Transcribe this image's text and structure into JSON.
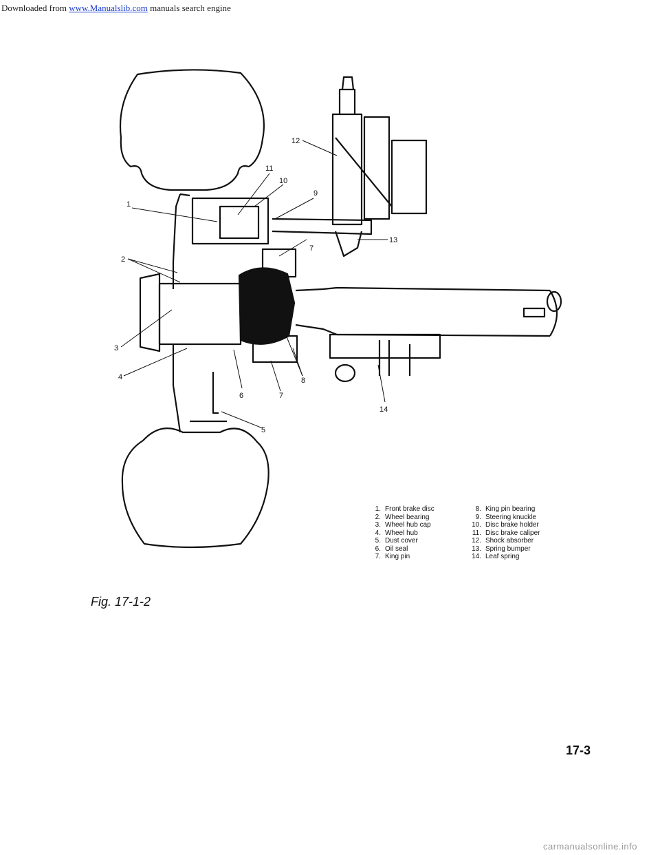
{
  "header": {
    "prefix": "Downloaded from",
    "link_text": "www.Manualslib.com",
    "suffix": "manuals search engine"
  },
  "callouts": [
    "1",
    "2",
    "3",
    "4",
    "5",
    "6",
    "7",
    "7",
    "8",
    "9",
    "10",
    "11",
    "12",
    "13",
    "14"
  ],
  "legend_left": [
    {
      "num": "1.",
      "text": "Front brake disc"
    },
    {
      "num": "2.",
      "text": "Wheel bearing"
    },
    {
      "num": "3.",
      "text": "Wheel hub cap"
    },
    {
      "num": "4.",
      "text": "Wheel hub"
    },
    {
      "num": "5.",
      "text": "Dust cover"
    },
    {
      "num": "6.",
      "text": "Oil seal"
    },
    {
      "num": "7.",
      "text": "King pin"
    }
  ],
  "legend_right": [
    {
      "num": "8.",
      "text": "King pin bearing"
    },
    {
      "num": "9.",
      "text": "Steering knuckle"
    },
    {
      "num": "10.",
      "text": "Disc brake holder"
    },
    {
      "num": "11.",
      "text": "Disc brake caliper"
    },
    {
      "num": "12.",
      "text": "Shock absorber"
    },
    {
      "num": "13.",
      "text": "Spring bumper"
    },
    {
      "num": "14.",
      "text": "Leaf spring"
    }
  ],
  "figure_caption": "Fig. 17-1-2",
  "page_number": "17-3",
  "watermark": "carmanualsonline.info"
}
